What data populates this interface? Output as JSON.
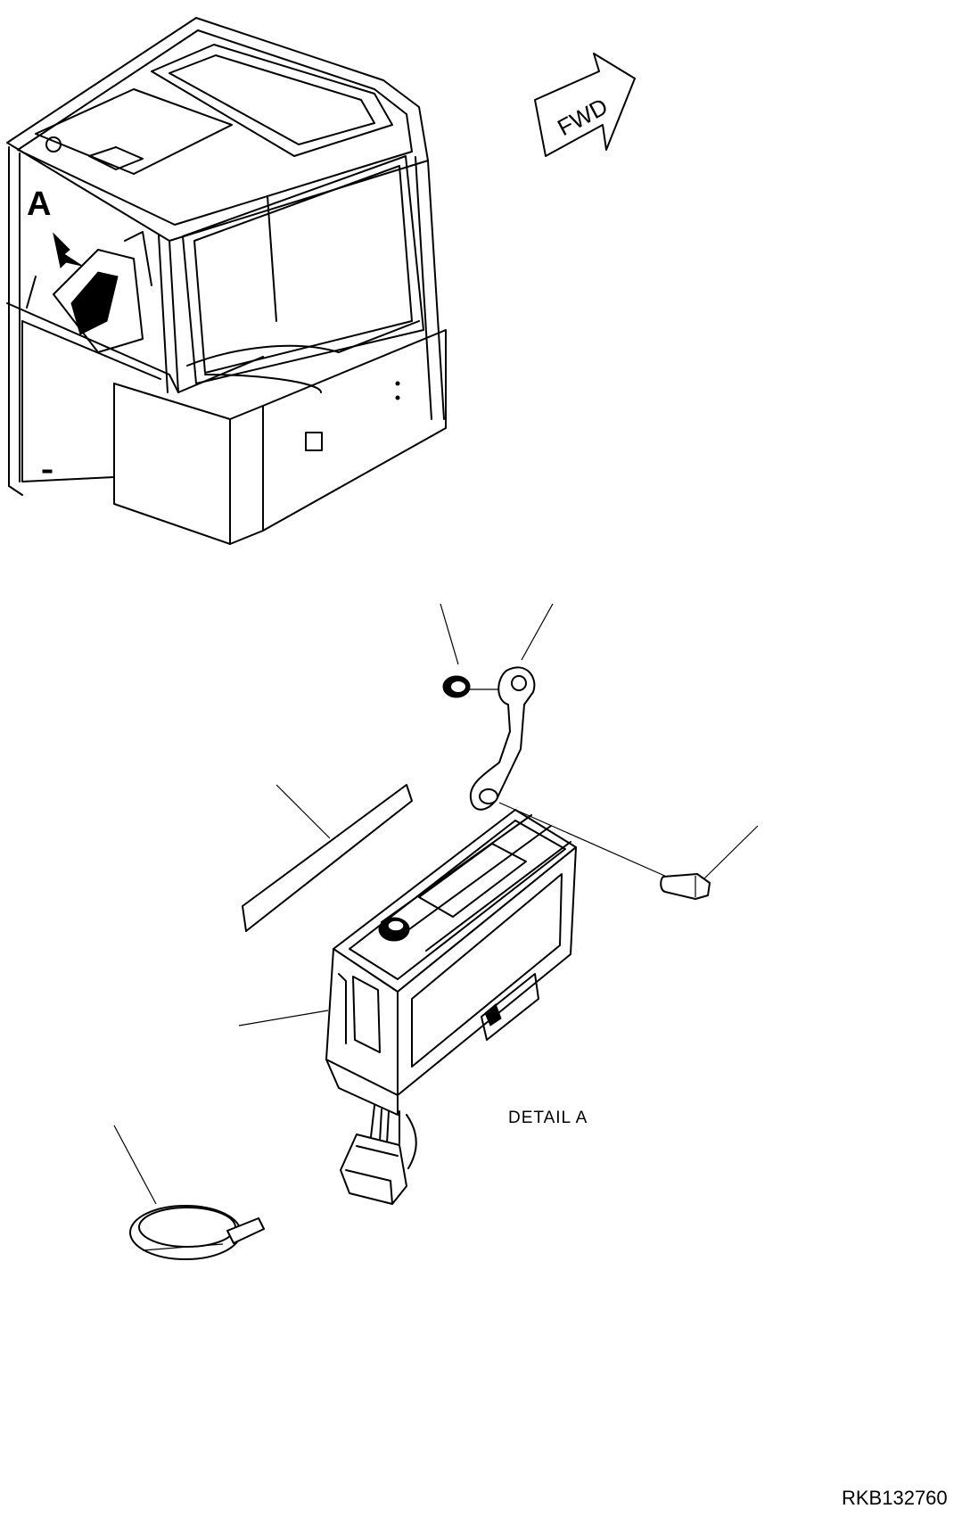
{
  "labels": {
    "view_letter": "A",
    "direction": "FWD",
    "detail": "DETAIL A",
    "drawing_number": "RKB132760"
  }
}
